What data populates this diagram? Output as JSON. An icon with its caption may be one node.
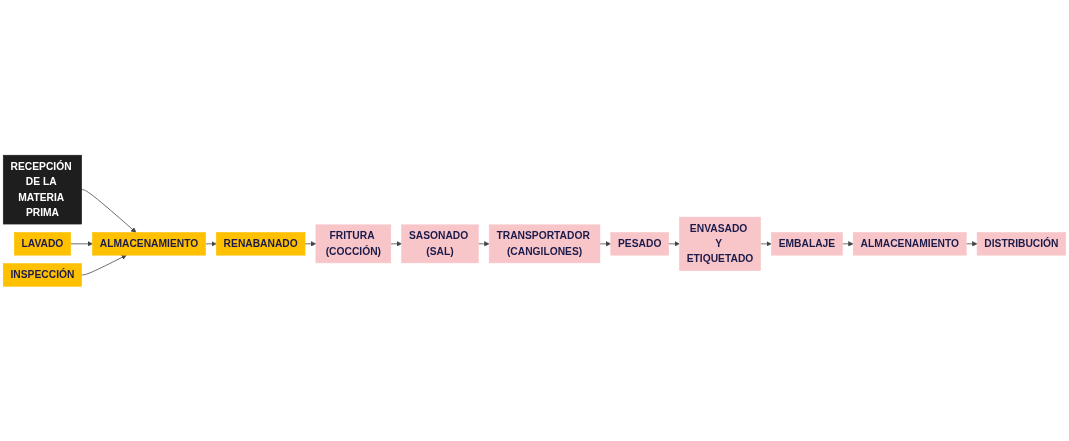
{
  "diagram": {
    "nodes": [
      {
        "text": [
          "RECEPCIÓN DE LA MATERIA PRIMA"
        ]
      },
      {
        "text": [
          "LAVADO"
        ]
      },
      {
        "text": [
          "ALMACENAMIENTO"
        ]
      },
      {
        "text": [
          "INSPECCIÓN"
        ]
      },
      {
        "text": [
          "RENABANADO"
        ]
      },
      {
        "text": [
          "FRITURA (COCCIÓN)"
        ]
      },
      {
        "text": [
          "SASONADO (SAL)"
        ]
      },
      {
        "text": [
          "TRANSPORTADOR (CANGILONES)"
        ]
      },
      {
        "text": [
          "PESADO"
        ]
      },
      {
        "text": [
          "ENVASADO Y ETIQUETADO"
        ]
      },
      {
        "text": [
          "EMBALAJE"
        ]
      },
      {
        "text": [
          "ALMACENAMIENTO"
        ]
      },
      {
        "text": [
          "DISTRIBUCIÓN"
        ]
      }
    ],
    "edges": [
      {
        "from": 0,
        "to": 2,
        "arrow": "to"
      },
      {
        "from": 1,
        "to": 2,
        "arrow": "to"
      },
      {
        "from": 3,
        "to": 2,
        "arrow": "to"
      },
      {
        "from": 2,
        "to": 4,
        "arrow": "to"
      },
      {
        "from": 4,
        "to": 5,
        "arrow": "to"
      },
      {
        "from": 5,
        "to": 6,
        "arrow": "to"
      },
      {
        "from": 6,
        "to": 7,
        "arrow": "to"
      },
      {
        "from": 7,
        "to": 8,
        "arrow": "to"
      },
      {
        "from": 8,
        "to": 9,
        "arrow": "to"
      },
      {
        "from": 9,
        "to": 10,
        "arrow": "to"
      },
      {
        "from": 10,
        "to": 11,
        "arrow": "to"
      },
      {
        "from": 11,
        "to": 12,
        "arrow": "to"
      }
    ]
  }
}
